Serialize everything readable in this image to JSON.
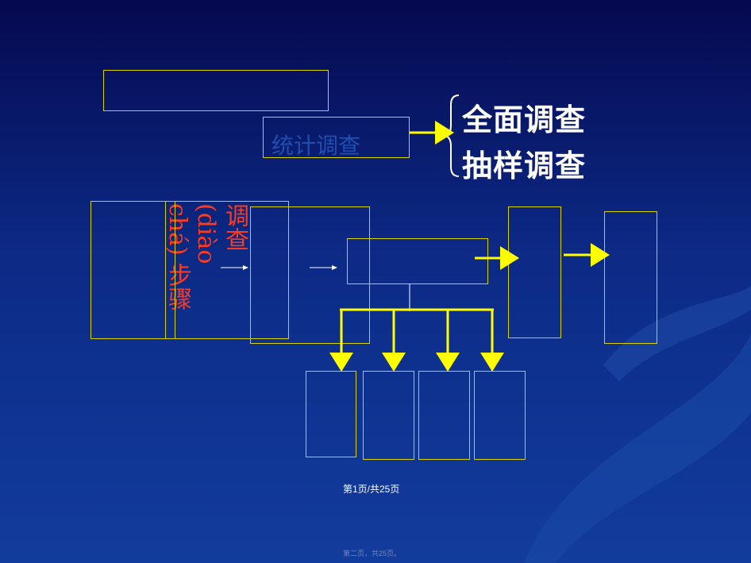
{
  "slide": {
    "stat_survey_label": "统计调查",
    "survey_types": [
      "全面调查",
      "抽样调查"
    ],
    "vertical_title": {
      "line1": "调查",
      "line2": "(diào",
      "line3": "chá) 步骤"
    },
    "page_number": "第1页/共25页",
    "footer_small": "第二页，共25页。"
  },
  "colors": {
    "background_top": "#05094f",
    "background_bottom": "#123c9d",
    "box_border": "#d9d200",
    "arrow": "#ffff00",
    "title_red": "#ff3b1f",
    "text_white": "#ffffff"
  }
}
